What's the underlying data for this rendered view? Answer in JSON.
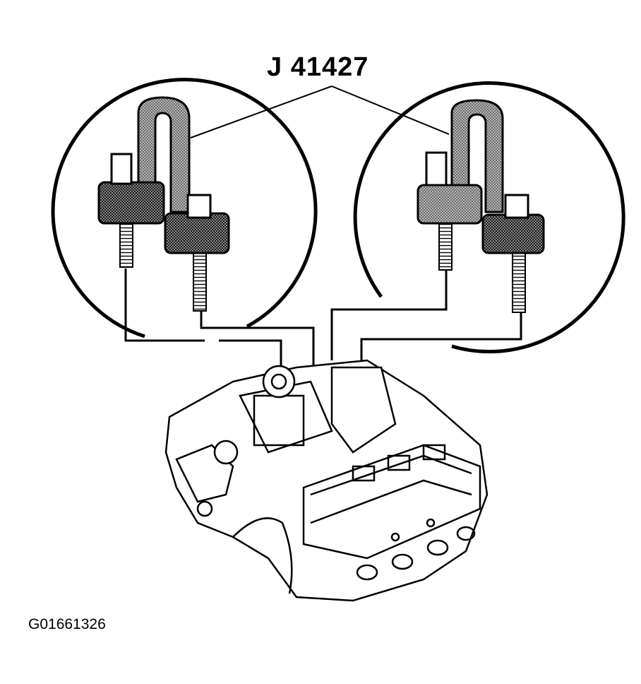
{
  "figure": {
    "tool_callout": "J 41427",
    "figure_id": "G01661326"
  },
  "parts": {
    "left_detail": "lift-bracket-detail",
    "right_detail": "lift-bracket-detail",
    "engine": "engine-assembly"
  },
  "colors": {
    "ink": "#000000",
    "paper": "#ffffff",
    "bracket_fill": "#9a9a9a",
    "block_fill": "#6e6e6e"
  }
}
